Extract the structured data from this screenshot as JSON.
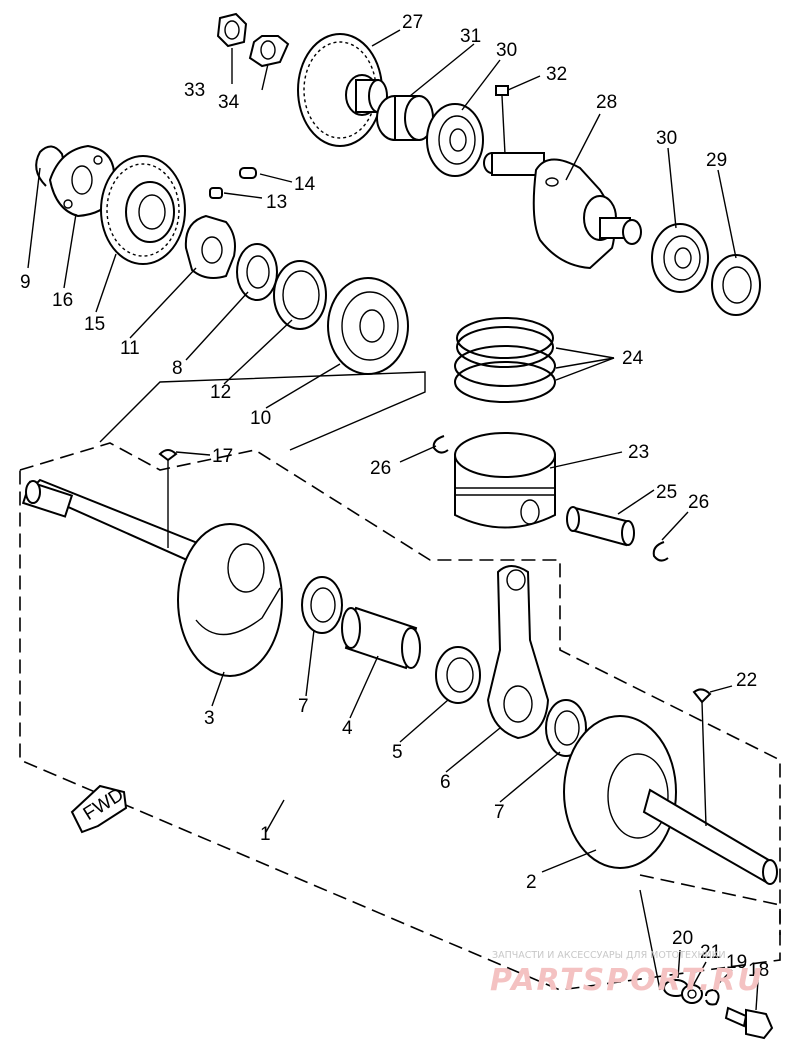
{
  "diagram": {
    "callouts": [
      {
        "id": "c1",
        "text": "1"
      },
      {
        "id": "c2",
        "text": "2"
      },
      {
        "id": "c3",
        "text": "3"
      },
      {
        "id": "c4",
        "text": "4"
      },
      {
        "id": "c5",
        "text": "5"
      },
      {
        "id": "c6",
        "text": "6"
      },
      {
        "id": "c7a",
        "text": "7"
      },
      {
        "id": "c7b",
        "text": "7"
      },
      {
        "id": "c8",
        "text": "8"
      },
      {
        "id": "c9",
        "text": "9"
      },
      {
        "id": "c10",
        "text": "10"
      },
      {
        "id": "c11",
        "text": "11"
      },
      {
        "id": "c12",
        "text": "12"
      },
      {
        "id": "c13",
        "text": "13"
      },
      {
        "id": "c14",
        "text": "14"
      },
      {
        "id": "c15",
        "text": "15"
      },
      {
        "id": "c16",
        "text": "16"
      },
      {
        "id": "c17",
        "text": "17"
      },
      {
        "id": "c18",
        "text": "18"
      },
      {
        "id": "c19",
        "text": "19"
      },
      {
        "id": "c20",
        "text": "20"
      },
      {
        "id": "c21",
        "text": "21"
      },
      {
        "id": "c22",
        "text": "22"
      },
      {
        "id": "c23",
        "text": "23"
      },
      {
        "id": "c24",
        "text": "24"
      },
      {
        "id": "c25",
        "text": "25"
      },
      {
        "id": "c26a",
        "text": "26"
      },
      {
        "id": "c26b",
        "text": "26"
      },
      {
        "id": "c27",
        "text": "27"
      },
      {
        "id": "c28",
        "text": "28"
      },
      {
        "id": "c29",
        "text": "29"
      },
      {
        "id": "c30a",
        "text": "30"
      },
      {
        "id": "c30b",
        "text": "30"
      },
      {
        "id": "c31",
        "text": "31"
      },
      {
        "id": "c32",
        "text": "32"
      },
      {
        "id": "c33",
        "text": "33"
      },
      {
        "id": "c34",
        "text": "34"
      }
    ],
    "fwd_label": "FWD",
    "watermark": {
      "caption": "ЗАПЧАСТИ И АКСЕССУАРЫ ДЛЯ МОТОТЕХНИКИ",
      "logo": "PARTSPORT.RU"
    }
  }
}
